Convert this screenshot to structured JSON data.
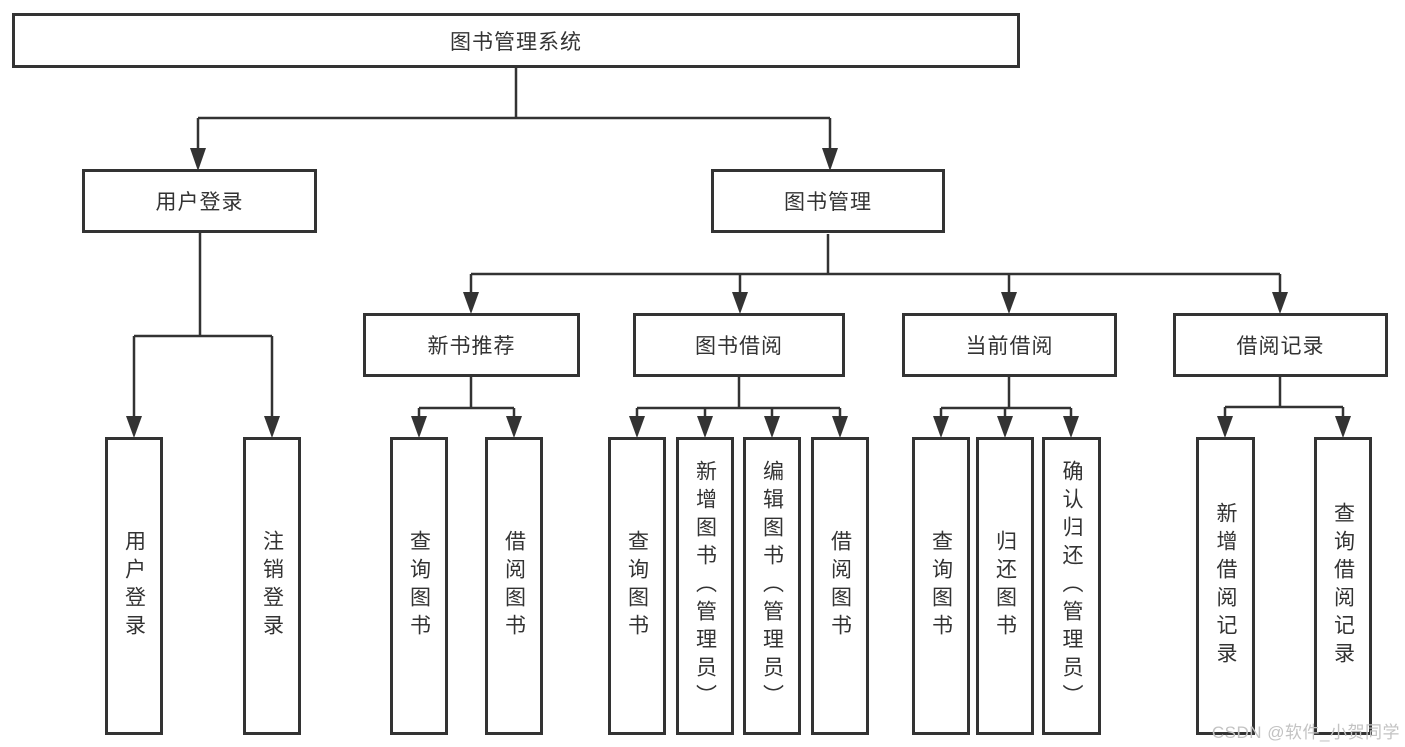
{
  "diagram": {
    "type": "hierarchy-tree",
    "nodes": {
      "root": {
        "label": "图书管理系统"
      },
      "user_login": {
        "label": "用户登录"
      },
      "book_mgmt": {
        "label": "图书管理"
      },
      "new_book_rec": {
        "label": "新书推荐"
      },
      "book_borrow": {
        "label": "图书借阅"
      },
      "current_borrow": {
        "label": "当前借阅"
      },
      "borrow_records": {
        "label": "借阅记录"
      },
      "leaf_user_login": {
        "label": "用户登录"
      },
      "leaf_logout": {
        "label": "注销登录"
      },
      "leaf_query_book_rec": {
        "label": "查询图书"
      },
      "leaf_borrow_book_rec": {
        "label": "借阅图书"
      },
      "leaf_query_book_borrow": {
        "label": "查询图书"
      },
      "leaf_add_book": {
        "label": "新增图书（管理员）"
      },
      "leaf_edit_book": {
        "label": "编辑图书（管理员）"
      },
      "leaf_borrow_book": {
        "label": "借阅图书"
      },
      "leaf_query_book_current": {
        "label": "查询图书"
      },
      "leaf_return_book": {
        "label": "归还图书"
      },
      "leaf_confirm_return": {
        "label": "确认归还（管理员）"
      },
      "leaf_add_record": {
        "label": "新增借阅记录"
      },
      "leaf_query_record": {
        "label": "查询借阅记录"
      }
    },
    "hierarchy": {
      "图书管理系统": {
        "用户登录": [
          "用户登录",
          "注销登录"
        ],
        "图书管理": {
          "新书推荐": [
            "查询图书",
            "借阅图书"
          ],
          "图书借阅": [
            "查询图书",
            "新增图书（管理员）",
            "编辑图书（管理员）",
            "借阅图书"
          ],
          "当前借阅": [
            "查询图书",
            "归还图书",
            "确认归还（管理员）"
          ],
          "借阅记录": [
            "新增借阅记录",
            "查询借阅记录"
          ]
        }
      }
    },
    "colors": {
      "line": "#333333",
      "box_border": "#333333",
      "box_fill": "#ffffff",
      "text": "#333333",
      "watermark": "#c3c3c3",
      "background": "#ffffff"
    }
  },
  "watermark": {
    "text": "CSDN @软件_小贺同学"
  }
}
